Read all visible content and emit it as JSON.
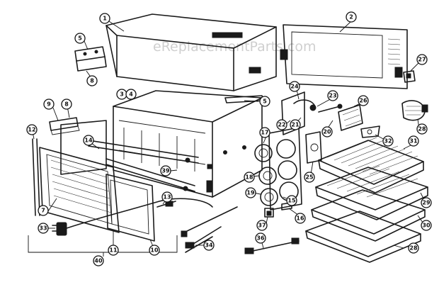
{
  "watermark": "eReplacementParts.com",
  "callouts": [
    "1",
    "2",
    "3",
    "4",
    "5",
    "8",
    "5",
    "9",
    "8",
    "12",
    "7",
    "33",
    "11",
    "10",
    "13",
    "14",
    "39",
    "34",
    "40",
    "36",
    "37",
    "16",
    "15",
    "18",
    "19",
    "17",
    "22",
    "21",
    "24",
    "23",
    "20",
    "26",
    "25",
    "27",
    "28",
    "32",
    "31",
    "29",
    "30",
    "28"
  ]
}
